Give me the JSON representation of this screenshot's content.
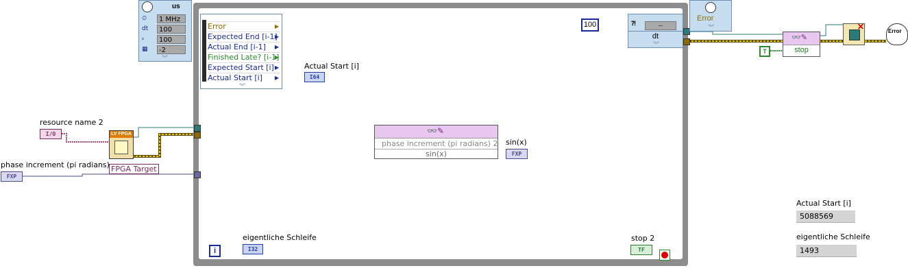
{
  "loop_timing_node": {
    "unit": "us",
    "rows": [
      {
        "key": "clock-icon",
        "value": "1 MHz"
      },
      {
        "key": "dt",
        "value": "100"
      },
      {
        "key": "offset",
        "value": "100"
      },
      {
        "key": "processor",
        "value": "-2"
      }
    ]
  },
  "left_data_node": {
    "items": [
      {
        "label": "Error",
        "color": "#8c6a00"
      },
      {
        "label": "Expected End [i-1]",
        "color": "#1a2a9c"
      },
      {
        "label": "Actual End [i-1]",
        "color": "#1a2a9c"
      },
      {
        "label": "Finished Late? [i-1]",
        "color": "#2a8a2a"
      },
      {
        "label": "Expected Start [i]",
        "color": "#1a2a9c"
      },
      {
        "label": "Actual Start [i]",
        "color": "#1a2a9c"
      }
    ]
  },
  "actual_start_terminal": {
    "label": "Actual Start [i]",
    "type": "I64"
  },
  "resource_name": {
    "label": "resource name 2",
    "type": "I/O"
  },
  "fpga_target": {
    "label": "FPGA Target",
    "icon_text": "LV FPGA"
  },
  "phase_increment": {
    "label": "phase increment (pi radians)",
    "type": "FXP"
  },
  "property_node": {
    "rows": [
      "phase increment (pi radians) 2",
      "sin(x)"
    ]
  },
  "sinx_terminal": {
    "label": "sin(x)",
    "type": "FXP"
  },
  "constant_100": "100",
  "right_node": {
    "top": "--",
    "bottom": "dt"
  },
  "error_node": {
    "label": "Error"
  },
  "invoke_node": {
    "label": "stop"
  },
  "true_constant": "T",
  "loop_iteration": {
    "label": "i",
    "indicator_label": "eigentliche Schleife",
    "type": "I32"
  },
  "stop_terminal": {
    "label": "stop 2",
    "type": "TF"
  },
  "front_panel": {
    "actual_start": {
      "label": "Actual Start [i]",
      "value": "5088569"
    },
    "eigentliche": {
      "label": "eigentliche Schleife",
      "value": "1493"
    }
  },
  "error_icon_text": "Error"
}
